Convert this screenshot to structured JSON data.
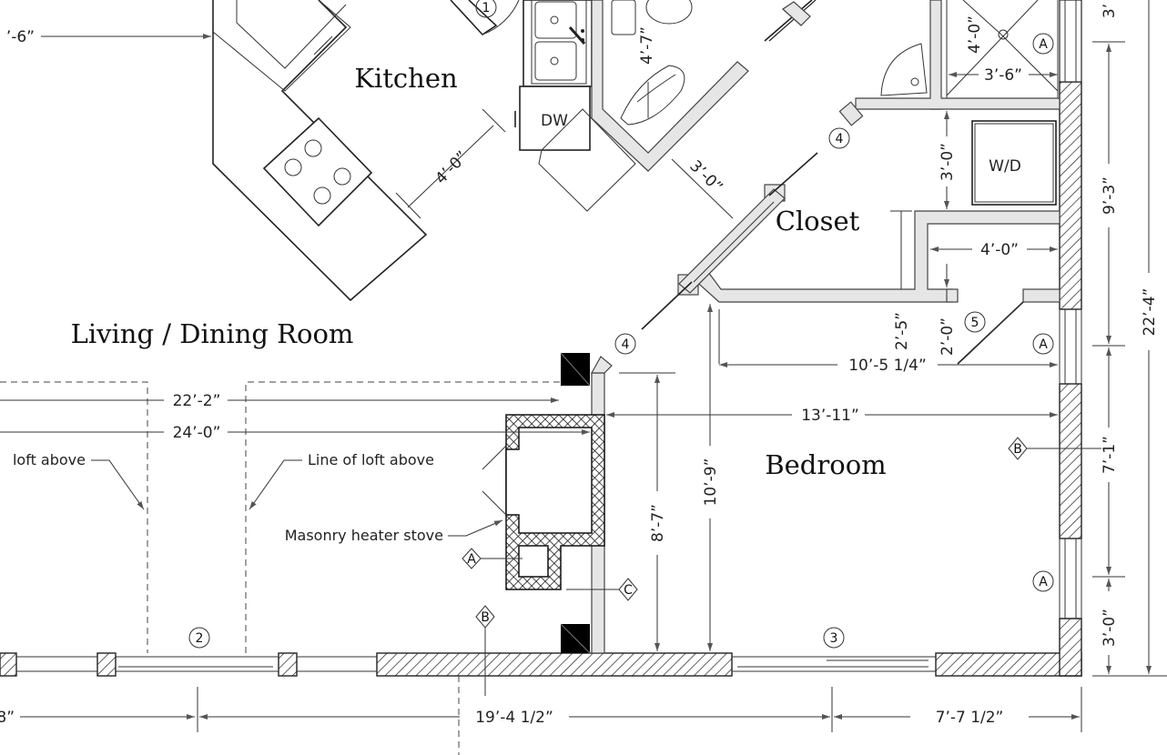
{
  "rooms": {
    "kitchen": "Kitchen",
    "living": "Living / Dining Room",
    "closet": "Closet",
    "bedroom": "Bedroom"
  },
  "fixtures": {
    "dishwasher": "DW",
    "washer_dryer": "W/D"
  },
  "notes": {
    "loft_left": "loft above",
    "loft_right": "Line of loft above",
    "heater": "Masonry heater stove"
  },
  "dimensions": {
    "top_left": "’-6”",
    "d22_2": "22’-2”",
    "d24_0": "24’-0”",
    "d10_5": "10’-5 1/4”",
    "d13_11": "13’-11”",
    "d19_4": "19’-4 1/2”",
    "d7_7": "7’-7 1/2”",
    "bottom_left": "8”",
    "d4_0_kitchen": "4’-0”",
    "d3_0_diag": "3’-0”",
    "d4_7": "4’-7”",
    "d3_6": "3’-6”",
    "d4_0_bath": "4’-0”",
    "d4_0_closet": "4’-0”",
    "d3_0_vert": "3’-0”",
    "d2_5": "2’-5”",
    "d2_0": "2’-0”",
    "d8_7": "8’-7”",
    "d10_9": "10’-9”",
    "d3_top": "3’",
    "d9_3": "9’-3”",
    "d22_4": "22’-4”",
    "d7_1": "7’-1”",
    "d3_0_right": "3’-0”"
  },
  "tags": {
    "door2": "2",
    "door3": "3",
    "door4_a": "4",
    "door4_b": "4",
    "door5": "5",
    "win_a1": "A",
    "win_a2": "A",
    "win_a3": "A",
    "win_a4": "A",
    "sec_b1": "B",
    "sec_b2": "B",
    "sec_c": "C",
    "door1": "1"
  }
}
